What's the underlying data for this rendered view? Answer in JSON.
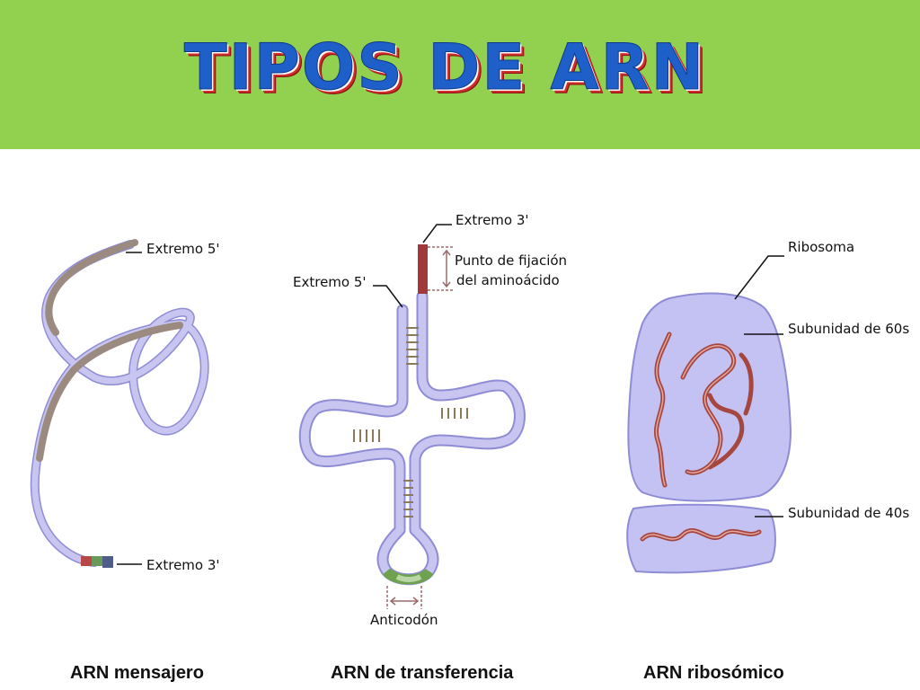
{
  "title": "TIPOS DE ARN",
  "colors": {
    "banner": "#92d050",
    "title": "#1f5fc9",
    "rna_strand": "#c8c6f0",
    "rna_outline": "#8f8cd6",
    "mrna_5prime": "#9b8a80",
    "ribosome_body": "#c4c2f2",
    "rrna_ribbon": "#a5463f"
  },
  "mrna": {
    "label_5": "Extremo 5'",
    "label_3": "Extremo 3'",
    "caption": "ARN mensajero"
  },
  "trna": {
    "label_3": "Extremo 3'",
    "label_5": "Extremo 5'",
    "binding_line1": "Punto de fijación",
    "binding_line2": "del aminoácido",
    "anticodon": "Anticodón",
    "caption": "ARN de transferencia"
  },
  "rrna": {
    "ribosome": "Ribosoma",
    "sub60": "Subunidad de 60s",
    "sub40": "Subunidad de 40s",
    "caption": "ARN ribosómico"
  }
}
